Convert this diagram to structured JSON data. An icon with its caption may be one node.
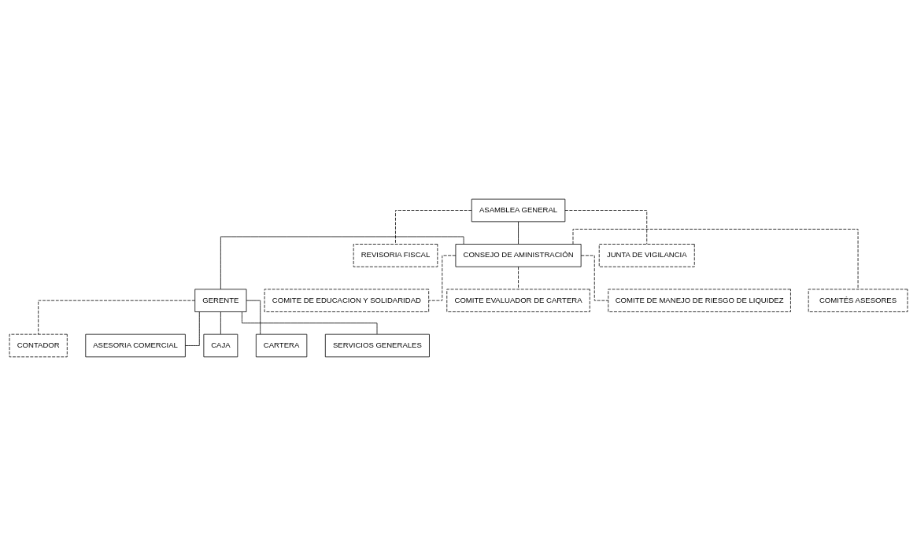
{
  "diagram": {
    "nodes": [
      {
        "text": [
          "ASAMBLEA GENERAL"
        ]
      },
      {
        "text": [
          "REVISORIA FISCAL"
        ]
      },
      {
        "text": [
          "CONSEJO DE AMINISTRACIÓN"
        ]
      },
      {
        "text": [
          "JUNTA DE VIGILANCIA"
        ]
      },
      {
        "text": [
          "GERENTE"
        ]
      },
      {
        "text": [
          "COMITE DE EDUCACION Y SOLIDARIDAD"
        ]
      },
      {
        "text": [
          "COMITE EVALUADOR DE CARTERA"
        ]
      },
      {
        "text": [
          "COMITE DE MANEJO DE RIESGO DE LIQUIDEZ"
        ]
      },
      {
        "text": [
          "COMITÉS ASESORES"
        ]
      },
      {
        "text": [
          "CONTADOR"
        ]
      },
      {
        "text": [
          "ASESORIA COMERCIAL"
        ]
      },
      {
        "text": [
          "CAJA"
        ]
      },
      {
        "text": [
          "CARTERA"
        ]
      },
      {
        "text": [
          "SERVICIOS GENERALES"
        ]
      }
    ],
    "edges": [
      {
        "from": 0,
        "to": 1,
        "arrow": "none",
        "style": "dashed"
      },
      {
        "from": 0,
        "to": 2,
        "arrow": "none"
      },
      {
        "from": 0,
        "to": 3,
        "arrow": "none",
        "style": "dashed"
      },
      {
        "from": 2,
        "to": 4,
        "arrow": "none"
      },
      {
        "from": 2,
        "to": 5,
        "arrow": "none",
        "style": "dashed"
      },
      {
        "from": 2,
        "to": 6,
        "arrow": "none",
        "style": "dashed"
      },
      {
        "from": 2,
        "to": 7,
        "arrow": "none",
        "style": "dashed"
      },
      {
        "from": 2,
        "to": 8,
        "arrow": "none",
        "style": "dashed"
      },
      {
        "from": 4,
        "to": 9,
        "arrow": "none",
        "style": "dashed"
      },
      {
        "from": 4,
        "to": 10,
        "arrow": "none"
      },
      {
        "from": 4,
        "to": 11,
        "arrow": "none"
      },
      {
        "from": 4,
        "to": 12,
        "arrow": "none"
      },
      {
        "from": 4,
        "to": 13,
        "arrow": "none"
      }
    ]
  }
}
